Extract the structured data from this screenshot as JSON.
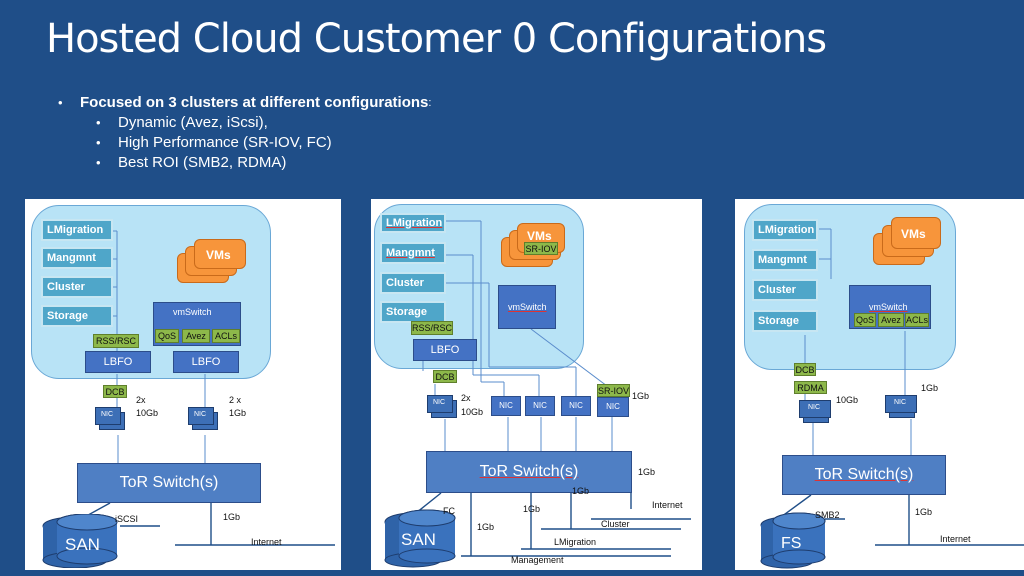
{
  "title": "Hosted Cloud Customer 0 Configurations",
  "bullets": {
    "main": "Focused on 3 clusters at different configurations",
    "main_suffix": ":",
    "items": [
      "Dynamic (Avez, iScsi),",
      "High Performance (SR-IOV, FC)",
      "Best ROI (SMB2, RDMA)"
    ]
  },
  "bullet_glyph": "•",
  "colors": {
    "background": "#1f4e88",
    "cloud": "#b8e3f6",
    "vm": "#f7953b",
    "role": "#4fa6c9",
    "tag": "#8db84a",
    "switch": "#4472c4"
  },
  "panel1": {
    "roles": [
      "LMigration",
      "Mangmnt",
      "Cluster",
      "Storage"
    ],
    "vms": "VMs",
    "vmswitch": "vmSwitch",
    "tags": [
      "QoS",
      "Avez",
      "ACLs"
    ],
    "rss": "RSS/RSC",
    "lbfo_left": "LBFO",
    "lbfo_right": "LBFO",
    "dcb": "DCB",
    "nic": "NIC",
    "nic_left_count": "2x",
    "nic_left_speed": "10Gb",
    "nic_right_count": "2 x",
    "nic_right_speed": "1Gb",
    "tor": "ToR Switch(s)",
    "storage_label": "SAN",
    "iscsi": "iSCSI",
    "speed_1gb": "1Gb",
    "internet": "Internet"
  },
  "panel2": {
    "roles": [
      "LMigration",
      "Mangmnt",
      "Cluster",
      "Storage"
    ],
    "vms": "VMs",
    "sriov_vm": "SR-IOV",
    "vmswitch": "vmSwitch",
    "rss": "RSS/RSC",
    "lbfo": "LBFO",
    "dcb": "DCB",
    "nic": "NIC",
    "nic_count": "2x",
    "nic_speed": "10Gb",
    "sriov": "SR-IOV",
    "sriov_speed": "1Gb",
    "tor": "ToR Switch(s)",
    "tor_speed": "1Gb",
    "tor_speed_below": "1Gb",
    "storage_label": "SAN",
    "fc": "FC",
    "speed_san": "1Gb",
    "speed_mid": "1Gb",
    "internet": "Internet",
    "cluster": "Cluster",
    "lmigration": "LMigration",
    "management": "Management"
  },
  "panel3": {
    "roles": [
      "LMigration",
      "Mangmnt",
      "Cluster",
      "Storage"
    ],
    "vms": "VMs",
    "vmswitch": "vmSwitch",
    "tags": [
      "QoS",
      "Avez",
      "ACLs"
    ],
    "dcb": "DCB",
    "rdma": "RDMA",
    "nic": "NIC",
    "nic_left_speed": "10Gb",
    "nic_right_speed": "1Gb",
    "tor": "ToR Switch(s)",
    "storage_label": "FS",
    "smb2": "SMB2",
    "speed_1gb": "1Gb",
    "internet": "Internet"
  }
}
